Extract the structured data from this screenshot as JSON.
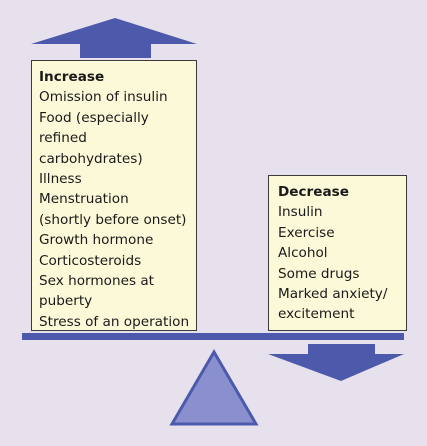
{
  "colors": {
    "background": "#e7e1ee",
    "box_fill": "#fbf9d8",
    "box_border": "#3b3b3b",
    "arrow_fill": "#4d5aab",
    "beam_fill": "#4d5aab",
    "fulcrum_fill": "#8a90cd",
    "fulcrum_stroke": "#4d5aab"
  },
  "icons": {
    "up_arrow": "up-arrow-icon",
    "down_arrow": "down-arrow-icon",
    "fulcrum": "triangle-fulcrum-icon"
  },
  "increase": {
    "heading": "Increase",
    "lines": [
      "Omission of insulin",
      "Food (especially",
      "refined",
      "carbohydrates)",
      "Illness",
      "Menstruation",
      "(shortly before onset)",
      "Growth hormone",
      "Corticosteroids",
      "Sex hormones at",
      "puberty",
      "Stress of an operation"
    ]
  },
  "decrease": {
    "heading": "Decrease",
    "lines": [
      "Insulin",
      "Exercise",
      "Alcohol",
      "Some drugs",
      "Marked anxiety/",
      "excitement"
    ]
  }
}
